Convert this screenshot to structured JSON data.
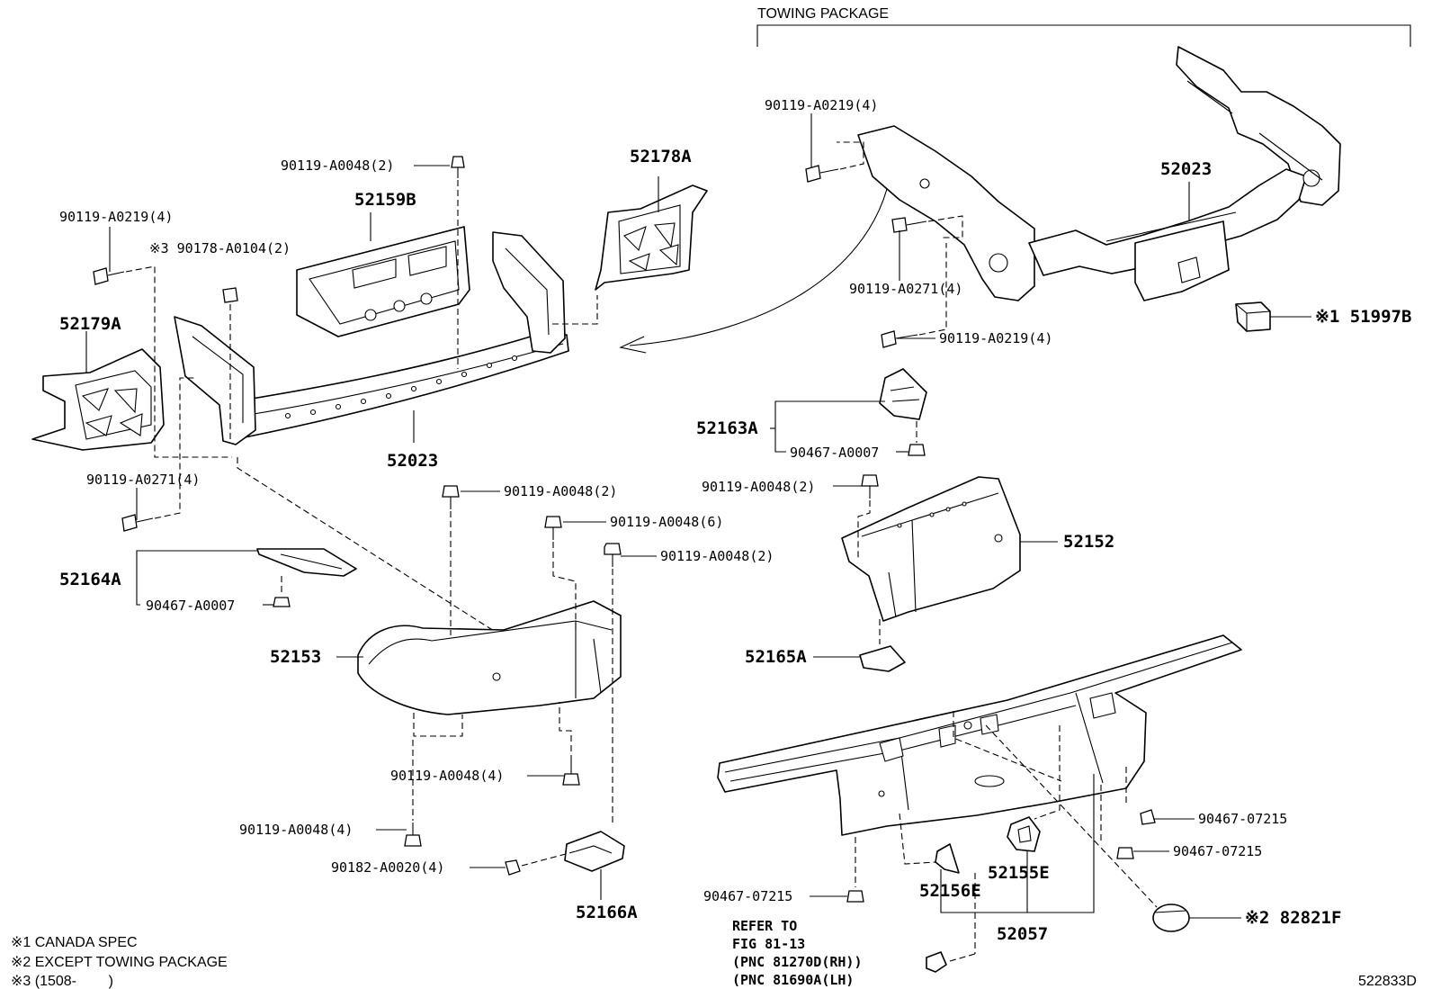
{
  "section_title": "TOWING PACKAGE",
  "figure_id": "522833D",
  "notes": [
    "※1 CANADA SPEC",
    "※2 EXCEPT TOWING PACKAGE",
    "※3 (1508-        )"
  ],
  "reference": {
    "line1": "REFER TO",
    "line2": "FIG 81-13",
    "line3": "(PNC 81270D(RH))",
    "line4": "(PNC 81690A(LH)"
  },
  "labels": {
    "p52178A": "52178A",
    "p90119_A0048_2_top": "90119-A0048(2)",
    "p52159B": "52159B",
    "p90119_A0219_4_left": "90119-A0219(4)",
    "p90178_A0104": "※3 90178-A0104(2)",
    "p52179A": "52179A",
    "p52023_left": "52023",
    "p90119_A0271_4_left": "90119-A0271(4)",
    "p52164A": "52164A",
    "p90467_A0007_left": "90467-A0007",
    "p90119_A0048_2_mid": "90119-A0048(2)",
    "p90119_A0048_6": "90119-A0048(6)",
    "p90119_A0048_2_mid2": "90119-A0048(2)",
    "p52153": "52153",
    "p90119_A0048_4_mid": "90119-A0048(4)",
    "p90119_A0048_4_low": "90119-A0048(4)",
    "p90182_A0020": "90182-A0020(4)",
    "p52166A": "52166A",
    "p90119_A0219_4_tr": "90119-A0219(4)",
    "p52023_right": "52023",
    "p90119_A0271_4_right": "90119-A0271(4)",
    "p90119_A0219_4_r2": "90119-A0219(4)",
    "p51997B": "※1 51997B",
    "p52163A": "52163A",
    "p90467_A0007_right": "90467-A0007",
    "p90119_A0048_2_right": "90119-A0048(2)",
    "p52152": "52152",
    "p52165A": "52165A",
    "p90467_07215_a": "90467-07215",
    "p90467_07215_b": "90467-07215",
    "p90467_07215_c": "90467-07215",
    "p52156E": "52156E",
    "p52155E": "52155E",
    "p52057": "52057",
    "p82821F": "※2 82821F"
  }
}
